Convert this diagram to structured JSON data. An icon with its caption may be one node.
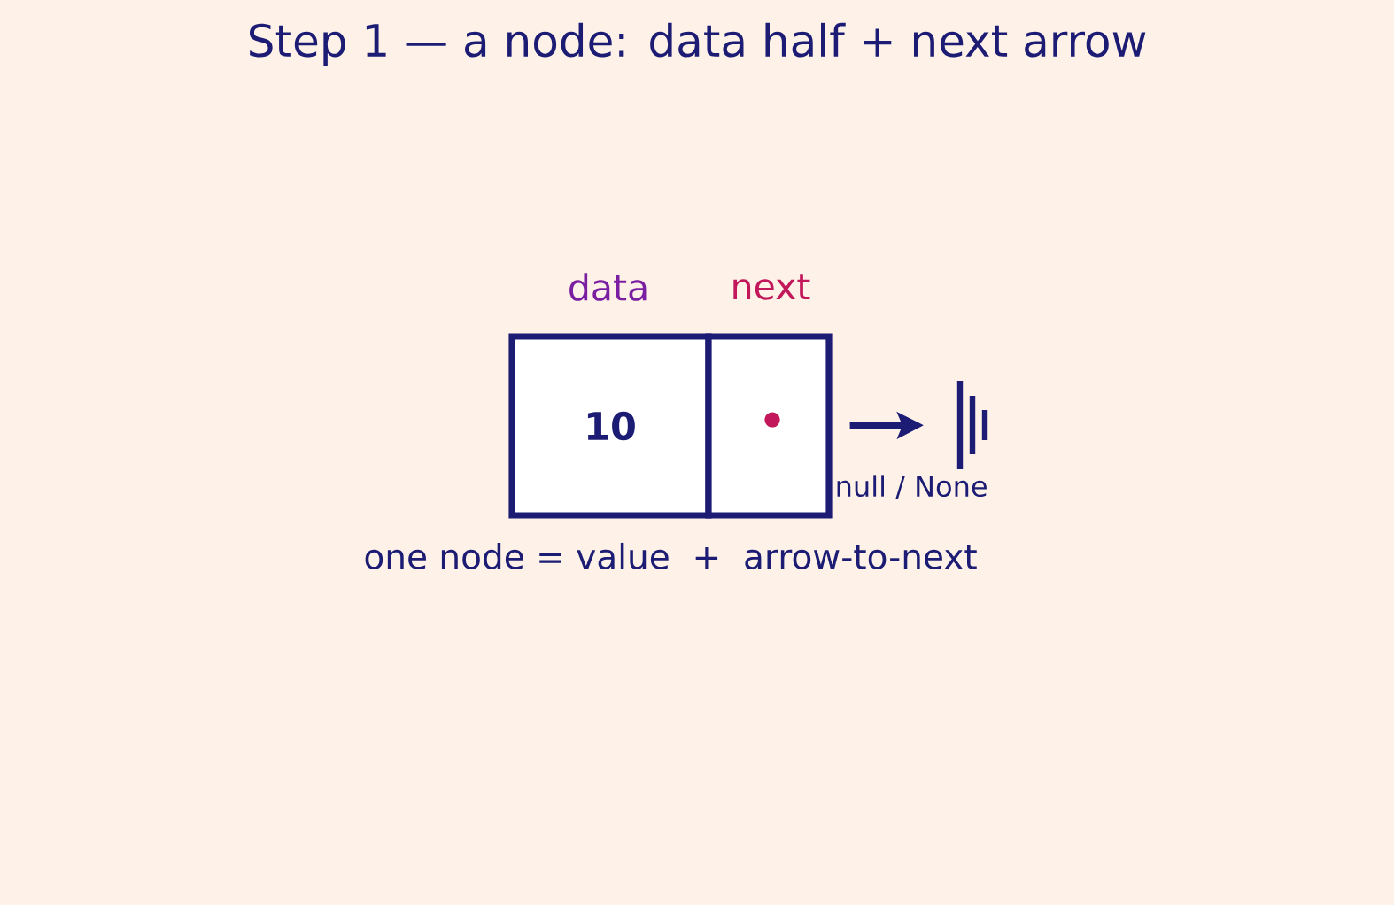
{
  "diagram": {
    "title": "Step 1 — a node: data half + next arrow",
    "nodes": [
      {
        "text": [
          "data",
          "10"
        ]
      },
      {
        "text": [
          "next"
        ]
      },
      {
        "text": [],
        "shape": "ground",
        "beside": [
          "null / None"
        ]
      }
    ],
    "edges": [
      {
        "from": 1,
        "to": 2,
        "arrow": "to"
      }
    ],
    "caption": "one node = value  +  arrow-to-next"
  }
}
